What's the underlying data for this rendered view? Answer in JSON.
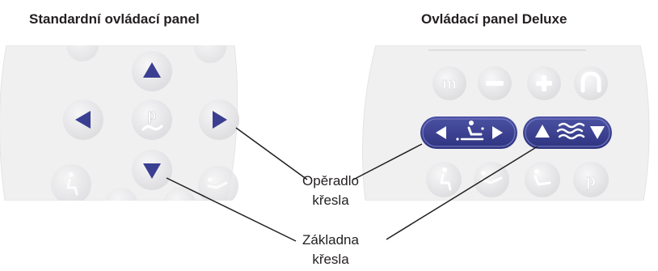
{
  "titles": {
    "standard": "Standardní ovládací panel",
    "deluxe": "Ovládací panel Deluxe"
  },
  "callouts": {
    "backrest_line1": "Opěradlo",
    "backrest_line2": "křesla",
    "base_line1": "Základna",
    "base_line2": "křesla"
  },
  "colors": {
    "accent": "#3a3f91",
    "panel": "#f1f1f2",
    "button": "#e6e6e8",
    "button_glyph": "#ffffff",
    "text": "#231f20"
  },
  "standard_panel": {
    "center_button_glyph": "p"
  },
  "deluxe_panel": {
    "faded_buttons_top": [
      "m",
      "−",
      "+",
      "headrest-icon"
    ],
    "faded_buttons_bottom": [
      "sit-icon",
      "recline-icon",
      "lift-icon",
      "p"
    ]
  }
}
